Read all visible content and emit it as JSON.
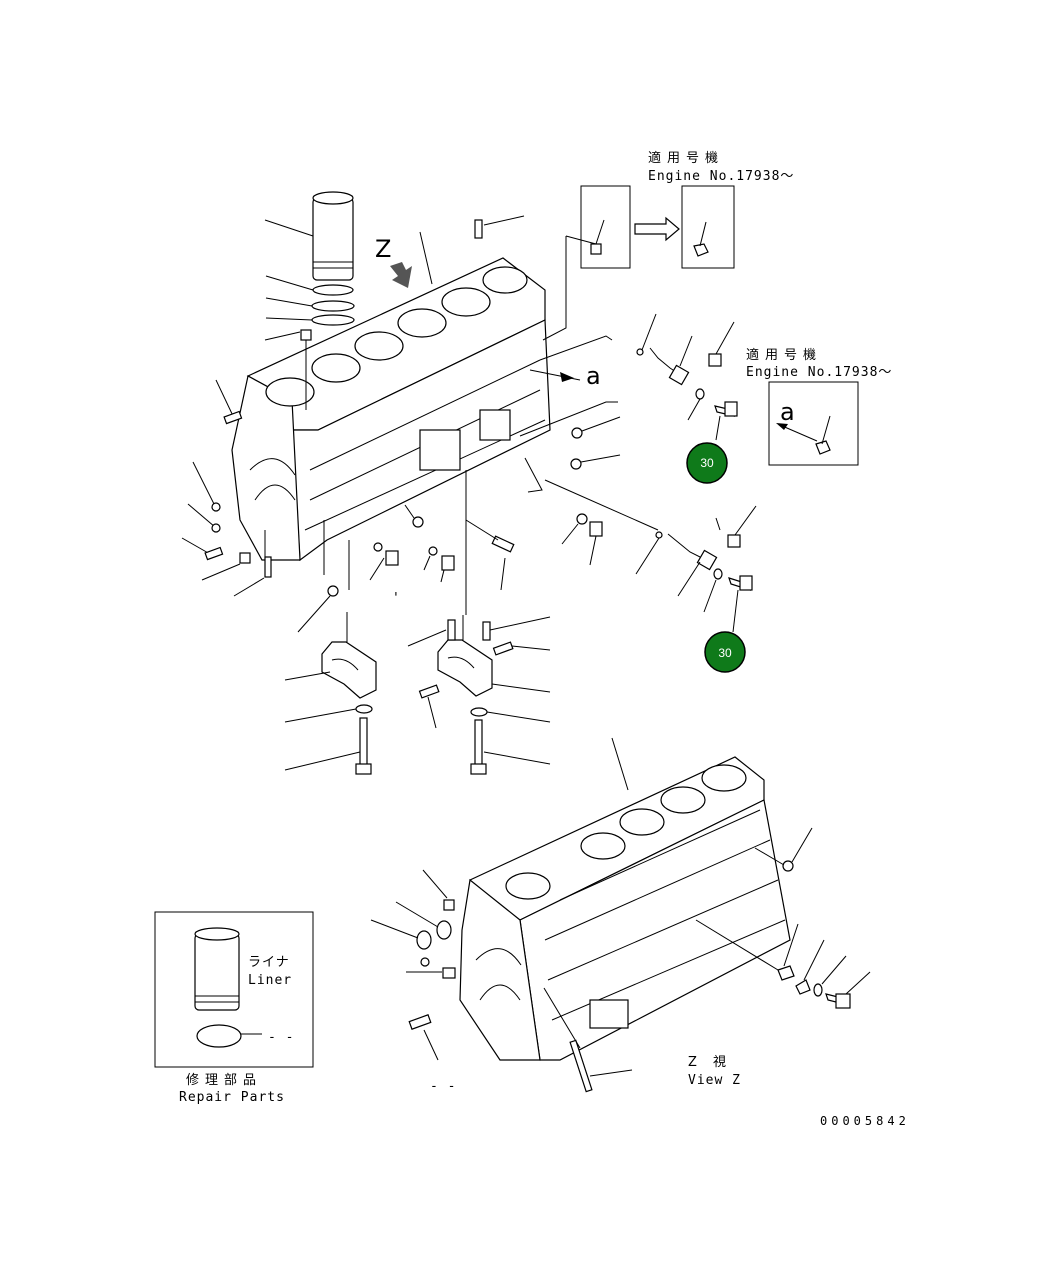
{
  "serial_applicability": {
    "jp": "適用号機",
    "en": "Engine No.17938～"
  },
  "serial_applicability_2": {
    "jp": "適用号機",
    "en": "Engine No.17938～"
  },
  "view_marker": "Z",
  "detail_marker": "a",
  "detail_marker_box": "a",
  "badges": [
    "30",
    "30"
  ],
  "repair_parts": {
    "liner_jp": "ライナ",
    "liner_en": "Liner",
    "oring_dash": "- -",
    "title_jp": "修理部品",
    "title_en": "Repair Parts"
  },
  "view_z": {
    "jp": "Z 視",
    "en": "View Z"
  },
  "bottom_dash": "- -",
  "small_dash": "'",
  "drawing_number": "00005842",
  "colors": {
    "badge_fill": "#0f7a1a",
    "line": "#000000"
  }
}
